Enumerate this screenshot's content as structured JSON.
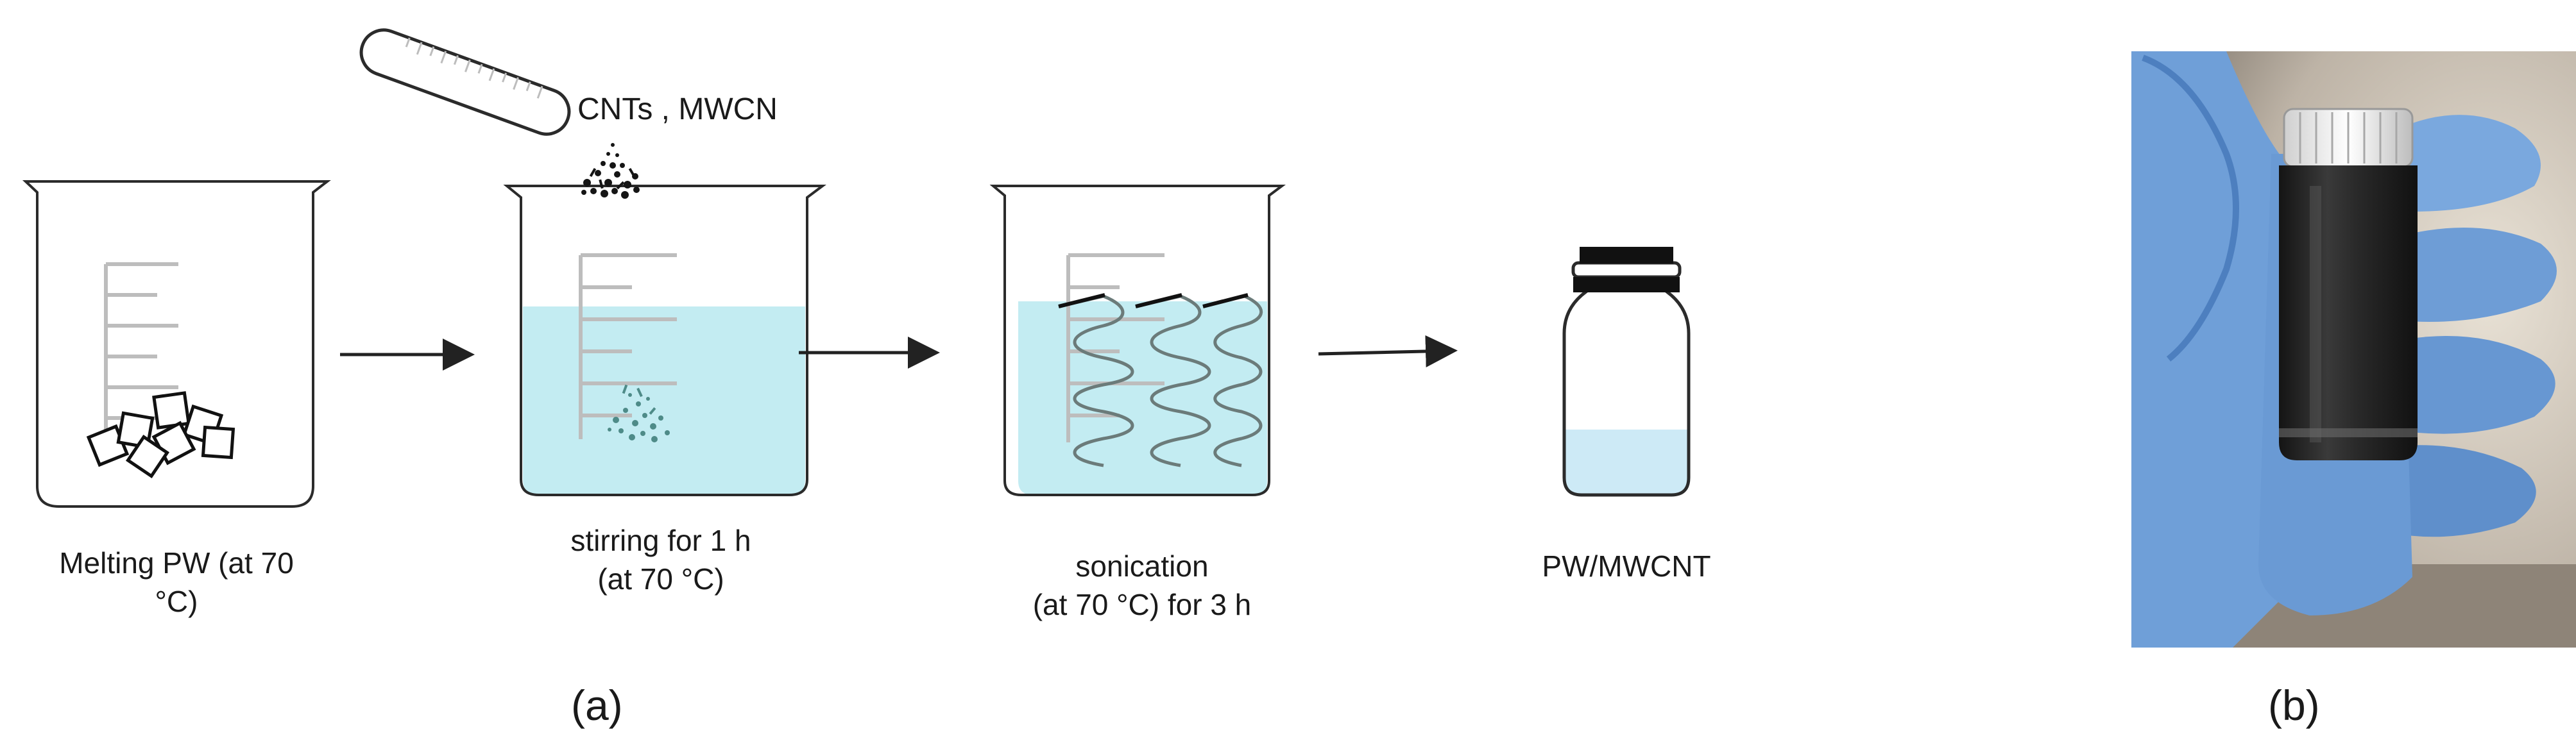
{
  "steps": [
    {
      "label_line1": "Melting  PW (at 70",
      "label_line2": "°C)"
    },
    {
      "label_line1": "stirring for 1 h",
      "label_line2": "(at 70 °C)"
    },
    {
      "label_line1": "sonication",
      "label_line2": "(at 70 °C) for 3 h"
    },
    {
      "label_line1": "PW/MWCNT"
    }
  ],
  "additive_label": "CNTs , MWCN",
  "panel_a_label": "(a)",
  "panel_b_label": "(b)",
  "colors": {
    "liquid": "#c3ecf2",
    "liquid_final": "#cdeaf6",
    "outline": "#2b2b2b",
    "graduation": "#bdbdbd",
    "glove": "#6f9fd8",
    "vial": "#242424"
  }
}
